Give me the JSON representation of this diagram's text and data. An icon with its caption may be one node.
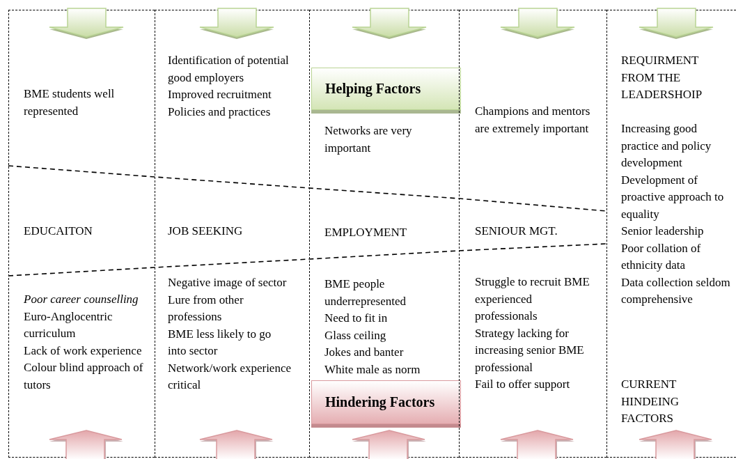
{
  "diagram": {
    "nodes": [
      {
        "text": [
          "BME students well represented",
          "EDUCAITON",
          "Poor career counselling",
          "Euro-Anglocentric curriculum",
          "Lack of work experience",
          "Colour blind approach of tutors"
        ]
      },
      {
        "text": [
          "Identification of potential good employers",
          "Improved recruitment",
          "Policies and practices",
          "JOB SEEKING",
          "Negative image of sector",
          "Lure from other professions",
          "BME less likely to go into sector",
          "Network/work experience critical"
        ]
      },
      {
        "text": [
          "Networks are very important",
          "EMPLOYMENT",
          "BME people underrepresented",
          "Need to fit in",
          "Glass ceiling",
          "Jokes and banter",
          "White male as norm"
        ]
      },
      {
        "text": [
          "Helping Factors"
        ],
        "in": 2
      },
      {
        "text": [
          "Hindering Factors"
        ],
        "in": 2
      },
      {
        "text": [
          "Champions and mentors are extremely important",
          "SENIOUR MGT.",
          "Struggle to recruit BME experienced professionals",
          "Strategy lacking for increasing senior BME professional",
          "Fail to offer support"
        ]
      },
      {
        "text": [
          "REQUIRMENT FROM THE LEADERSHOIP",
          "Increasing good practice and policy development",
          "Development of proactive approach to equality",
          "Senior leadership",
          "Poor collation of ethnicity data",
          "Data collection seldom comprehensive",
          "CURRENT HINDEING FACTORS"
        ]
      }
    ]
  }
}
